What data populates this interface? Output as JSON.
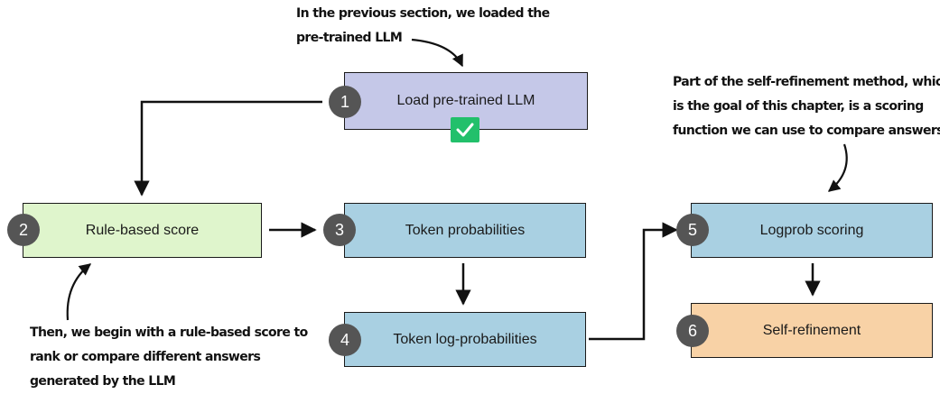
{
  "steps": [
    {
      "number": "1",
      "label": "Load pre-trained LLM",
      "fill": "#c5c8e8"
    },
    {
      "number": "2",
      "label": "Rule-based score",
      "fill": "#dff5cc"
    },
    {
      "number": "3",
      "label": "Token probabilities",
      "fill": "#a9d0e2"
    },
    {
      "number": "4",
      "label": "Token log-probabilities",
      "fill": "#a9d0e2"
    },
    {
      "number": "5",
      "label": "Logprob scoring",
      "fill": "#a9d0e2"
    },
    {
      "number": "6",
      "label": "Self-refinement",
      "fill": "#f8d2a6"
    }
  ],
  "completed_step": "1",
  "check_color": "#22c06b",
  "annotations": {
    "previous_section": [
      "In the previous section, we loaded the",
      "pre-trained LLM"
    ],
    "self_refinement": [
      "Part of the self-refinement method, which",
      "is the goal of this chapter, is a scoring",
      "function we can use to compare answers"
    ],
    "rule_based": [
      "Then, we begin with a rule-based score to",
      "rank or compare different answers",
      "generated by the LLM"
    ]
  },
  "edges": [
    {
      "from": "1",
      "to": "2"
    },
    {
      "from": "2",
      "to": "3"
    },
    {
      "from": "3",
      "to": "4"
    },
    {
      "from": "4",
      "to": "5"
    },
    {
      "from": "5",
      "to": "6"
    }
  ]
}
